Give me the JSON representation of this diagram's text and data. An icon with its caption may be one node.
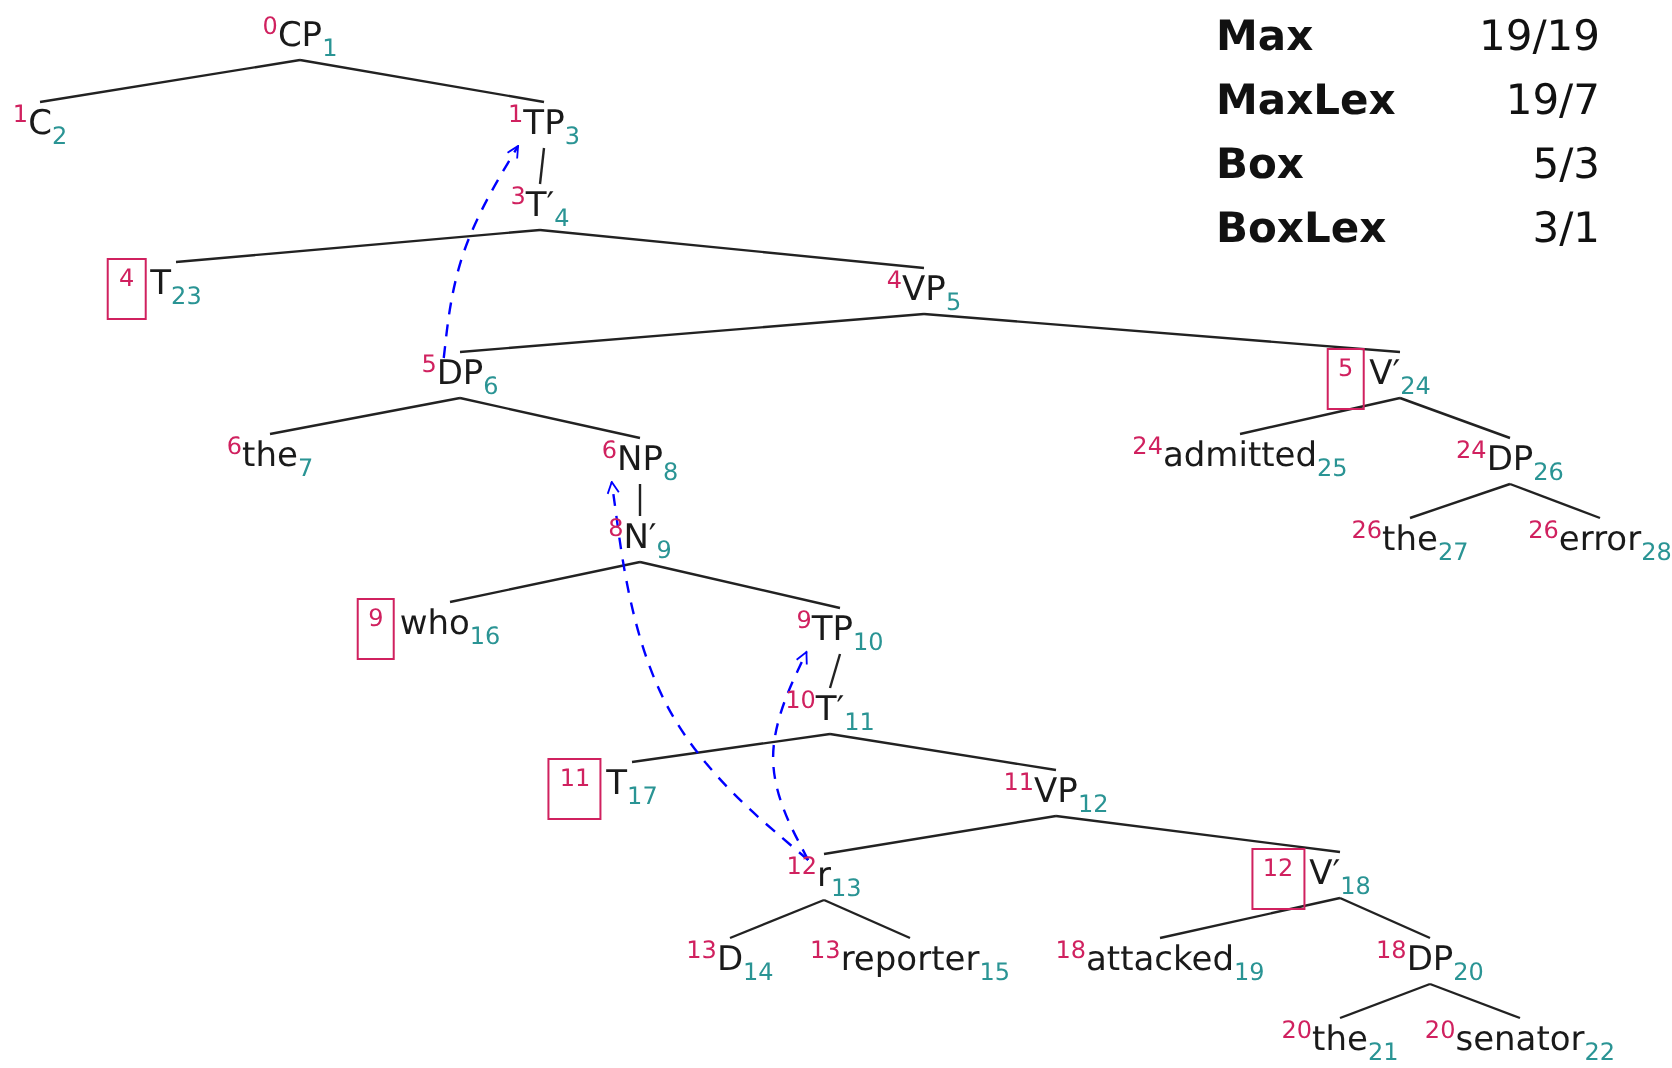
{
  "diagram": {
    "nodes": [
      {
        "text": [
          "$^{0}$CP$_{1}$"
        ]
      },
      {
        "text": [
          "$^{1}$C$_{2}$"
        ]
      },
      {
        "text": [
          "$^{1}$TP$_{3}$"
        ]
      },
      {
        "text": [
          "$^{3}$T′$_{4}$"
        ]
      },
      {
        "text": [
          "T$_{23}$"
        ],
        "beside": [
          "4"
        ]
      },
      {
        "text": [
          "$^{4}$VP$_{5}$"
        ]
      },
      {
        "text": [
          "$^{5}$DP$_{6}$"
        ]
      },
      {
        "text": [
          "V′$_{24}$"
        ],
        "beside": [
          "5"
        ]
      },
      {
        "text": [
          "$^{6}$the$_{7}$"
        ]
      },
      {
        "text": [
          "$^{6}$NP$_{8}$"
        ]
      },
      {
        "text": [
          "$^{24}$admitted$_{25}$"
        ]
      },
      {
        "text": [
          "$^{24}$DP$_{26}$"
        ]
      },
      {
        "text": [
          "$^{8}$N′$_{9}$"
        ]
      },
      {
        "text": [
          "$^{26}$the$_{27}$"
        ]
      },
      {
        "text": [
          "$^{26}$error$_{28}$"
        ]
      },
      {
        "text": [
          "who$_{16}$"
        ],
        "beside": [
          "9"
        ]
      },
      {
        "text": [
          "$^{9}$TP$_{10}$"
        ]
      },
      {
        "text": [
          "$^{10}$T′$_{11}$"
        ]
      },
      {
        "text": [
          "T$_{17}$"
        ],
        "beside": [
          "11"
        ]
      },
      {
        "text": [
          "$^{11}$VP$_{12}$"
        ]
      },
      {
        "text": [
          "$^{12}$r$_{13}$"
        ]
      },
      {
        "text": [
          "V′$_{18}$"
        ],
        "beside": [
          "12"
        ]
      },
      {
        "text": [
          "$^{13}$D$_{14}$"
        ]
      },
      {
        "text": [
          "$^{13}$reporter$_{15}$"
        ]
      },
      {
        "text": [
          "$^{18}$attacked$_{19}$"
        ]
      },
      {
        "text": [
          "$^{18}$DP$_{20}$"
        ]
      },
      {
        "text": [
          "$^{20}$the$_{21}$"
        ]
      },
      {
        "text": [
          "$^{20}$senator$_{22}$"
        ]
      }
    ],
    "edges": [
      {
        "from": 0,
        "to": 1,
        "arrow": "none"
      },
      {
        "from": 0,
        "to": 2,
        "arrow": "none"
      },
      {
        "from": 2,
        "to": 3,
        "arrow": "none"
      },
      {
        "from": 3,
        "to": 4,
        "arrow": "none"
      },
      {
        "from": 3,
        "to": 5,
        "arrow": "none"
      },
      {
        "from": 5,
        "to": 6,
        "arrow": "none"
      },
      {
        "from": 5,
        "to": 7,
        "arrow": "none"
      },
      {
        "from": 6,
        "to": 8,
        "arrow": "none"
      },
      {
        "from": 6,
        "to": 9,
        "arrow": "none"
      },
      {
        "from": 7,
        "to": 10,
        "arrow": "none"
      },
      {
        "from": 7,
        "to": 11,
        "arrow": "none"
      },
      {
        "from": 9,
        "to": 12,
        "arrow": "none"
      },
      {
        "from": 11,
        "to": 13,
        "arrow": "none"
      },
      {
        "from": 11,
        "to": 14,
        "arrow": "none"
      },
      {
        "from": 12,
        "to": 15,
        "arrow": "none"
      },
      {
        "from": 12,
        "to": 16,
        "arrow": "none"
      },
      {
        "from": 16,
        "to": 17,
        "arrow": "none"
      },
      {
        "from": 17,
        "to": 18,
        "arrow": "none"
      },
      {
        "from": 17,
        "to": 19,
        "arrow": "none"
      },
      {
        "from": 19,
        "to": 20,
        "arrow": "none"
      },
      {
        "from": 19,
        "to": 21,
        "arrow": "none"
      },
      {
        "from": 20,
        "to": 22,
        "arrow": "none"
      },
      {
        "from": 20,
        "to": 23,
        "arrow": "none"
      },
      {
        "from": 21,
        "to": 24,
        "arrow": "none"
      },
      {
        "from": 21,
        "to": 25,
        "arrow": "none"
      },
      {
        "from": 25,
        "to": 26,
        "arrow": "none"
      },
      {
        "from": 25,
        "to": 27,
        "arrow": "none"
      },
      {
        "from": 6,
        "to": 2,
        "arrow": "to",
        "style": "dashed",
        "color": "#0000ff"
      },
      {
        "from": 20,
        "to": 9,
        "arrow": "to",
        "style": "dashed",
        "color": "#0000ff"
      },
      {
        "from": 20,
        "to": 16,
        "arrow": "to",
        "style": "dashed",
        "color": "#0000ff"
      }
    ],
    "labels": [
      "Max",
      "19/19",
      "MaxLex",
      "19/7",
      "Box",
      "5/3",
      "BoxLex",
      "3/1"
    ]
  }
}
